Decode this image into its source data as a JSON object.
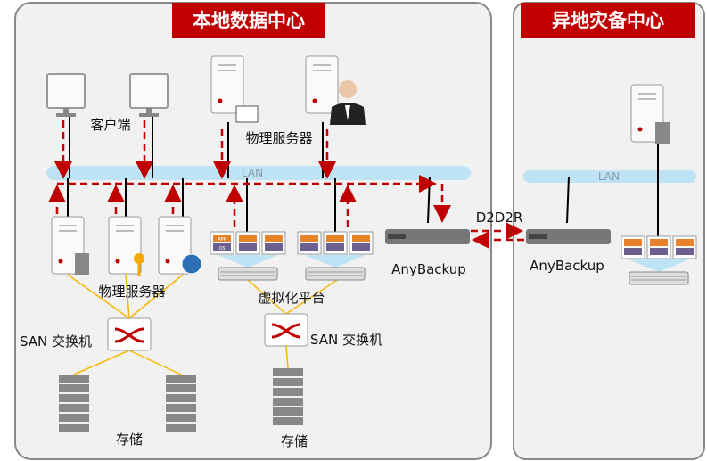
{
  "local_center": {
    "title": "本地数据中心",
    "lan_label": "LAN",
    "clients_label": "客户端",
    "top_servers_label": "物理服务器",
    "bottom_servers_label": "物理服务器",
    "virtualization_label": "虚拟化平台",
    "san_switch_left_label": "SAN 交换机",
    "san_switch_mid_label": "SAN 交换机",
    "storage_left_label": "存储",
    "storage_mid_label": "存储",
    "backup_label": "AnyBackup"
  },
  "link": {
    "label": "D2D2R"
  },
  "remote_center": {
    "title": "异地灾备中心",
    "lan_label": "LAN",
    "backup_label": "AnyBackup"
  },
  "vm": {
    "app": "APP",
    "os": "OS"
  },
  "colors": {
    "title_bg": "#c00000",
    "arrow": "#c00000",
    "lan": "#bde3f4",
    "link_line": "#f5b800",
    "app": "#e8822a",
    "os": "#6a5f8e"
  }
}
